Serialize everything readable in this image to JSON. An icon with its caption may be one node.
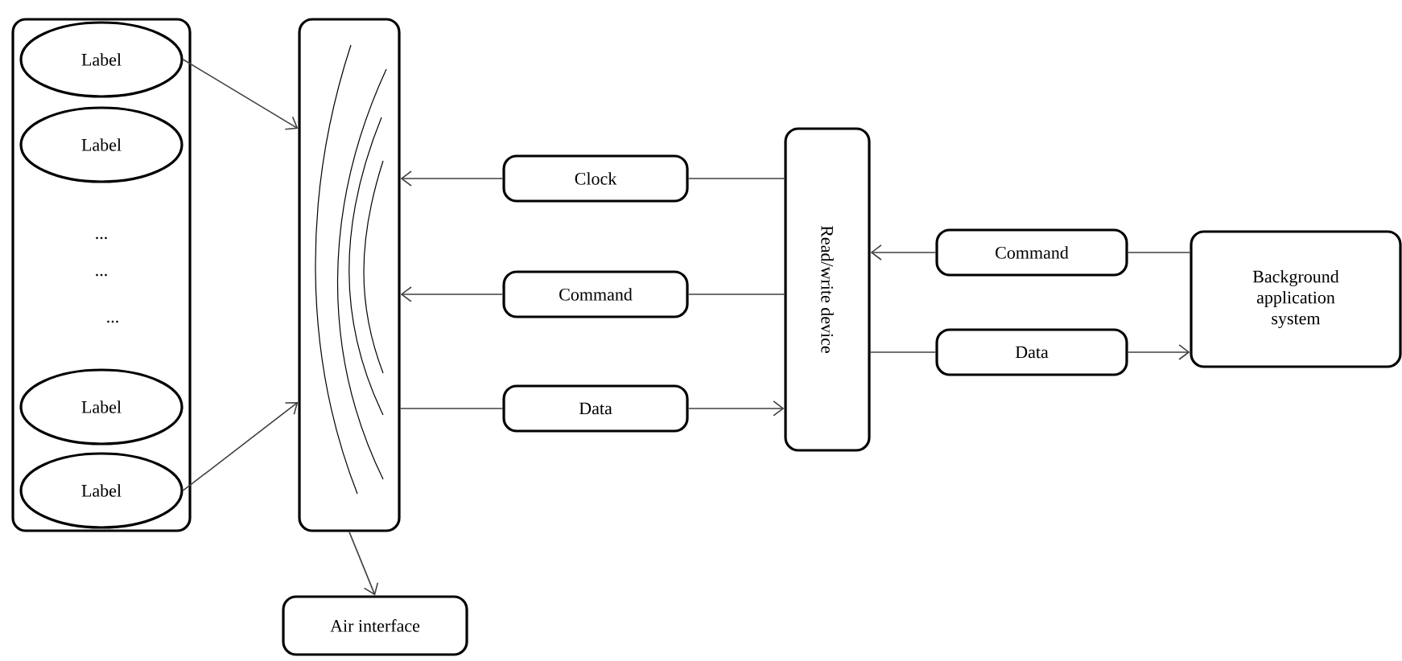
{
  "diagram": {
    "nodes": [
      {
        "text": [],
        "shape": "box"
      },
      {
        "text": [
          "Label"
        ],
        "in": 0
      },
      {
        "text": [
          "Label"
        ],
        "in": 0
      },
      {
        "text": [
          "Label"
        ],
        "in": 0
      },
      {
        "text": [
          "Label"
        ],
        "in": 0
      },
      {
        "text": [],
        "shape": "box"
      },
      {
        "text": [
          "Clock"
        ]
      },
      {
        "text": [
          "Command"
        ]
      },
      {
        "text": [
          "Data"
        ]
      },
      {
        "text": [
          "Read/write device"
        ]
      },
      {
        "text": [
          "Command"
        ]
      },
      {
        "text": [
          "Data"
        ]
      },
      {
        "text": [
          "Background application system"
        ]
      },
      {
        "text": [
          "Air interface"
        ]
      }
    ],
    "edges": [
      {
        "from": 1,
        "to": 5,
        "arrow": "to"
      },
      {
        "from": 4,
        "to": 5,
        "arrow": "to"
      },
      {
        "from": 9,
        "to": 6,
        "arrow": "none"
      },
      {
        "from": 6,
        "to": 5,
        "arrow": "to"
      },
      {
        "from": 9,
        "to": 7,
        "arrow": "none"
      },
      {
        "from": 7,
        "to": 5,
        "arrow": "to"
      },
      {
        "from": 5,
        "to": 8,
        "arrow": "none"
      },
      {
        "from": 8,
        "to": 9,
        "arrow": "to"
      },
      {
        "from": 12,
        "to": 10,
        "arrow": "none"
      },
      {
        "from": 10,
        "to": 9,
        "arrow": "to"
      },
      {
        "from": 9,
        "to": 11,
        "arrow": "none"
      },
      {
        "from": 11,
        "to": 12,
        "arrow": "to"
      },
      {
        "from": 5,
        "to": 13,
        "arrow": "to"
      }
    ],
    "labels": [
      "...",
      "...",
      "..."
    ]
  }
}
